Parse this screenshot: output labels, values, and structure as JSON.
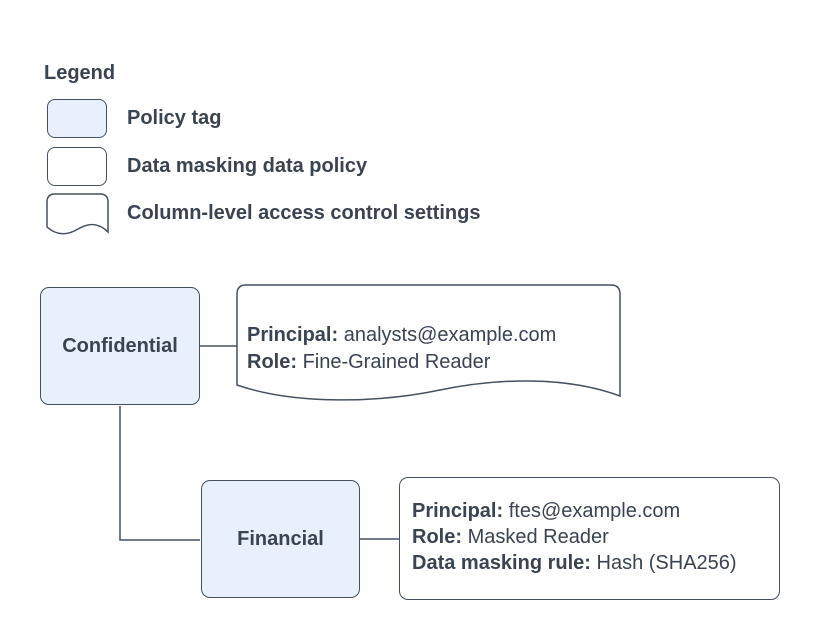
{
  "colors": {
    "policy_tag_fill": "#e8f0fe",
    "shape_fill": "#ffffff",
    "shape_border": "#46505f",
    "text": "#3a4352"
  },
  "legend": {
    "title": "Legend",
    "items": [
      {
        "swatch": "policy-tag",
        "label": "Policy tag"
      },
      {
        "swatch": "data-masking-data-policy",
        "label": "Data masking data policy"
      },
      {
        "swatch": "column-level-access-control-settings",
        "label": "Column-level access control settings"
      }
    ]
  },
  "diagram": {
    "nodes": {
      "confidential": {
        "label": "Confidential",
        "type": "policy-tag"
      },
      "financial": {
        "label": "Financial",
        "type": "policy-tag"
      }
    },
    "confidential_settings": {
      "type": "column-level-access-control-settings",
      "lines": [
        {
          "label": "Principal:",
          "value": "analysts@example.com"
        },
        {
          "label": "Role:",
          "value": "Fine-Grained Reader"
        }
      ]
    },
    "financial_settings": {
      "type": "data-masking-data-policy",
      "lines": [
        {
          "label": "Principal:",
          "value": "ftes@example.com"
        },
        {
          "label": "Role:",
          "value": "Masked Reader"
        },
        {
          "label": "Data masking rule:",
          "value": "Hash (SHA256)"
        }
      ]
    }
  }
}
